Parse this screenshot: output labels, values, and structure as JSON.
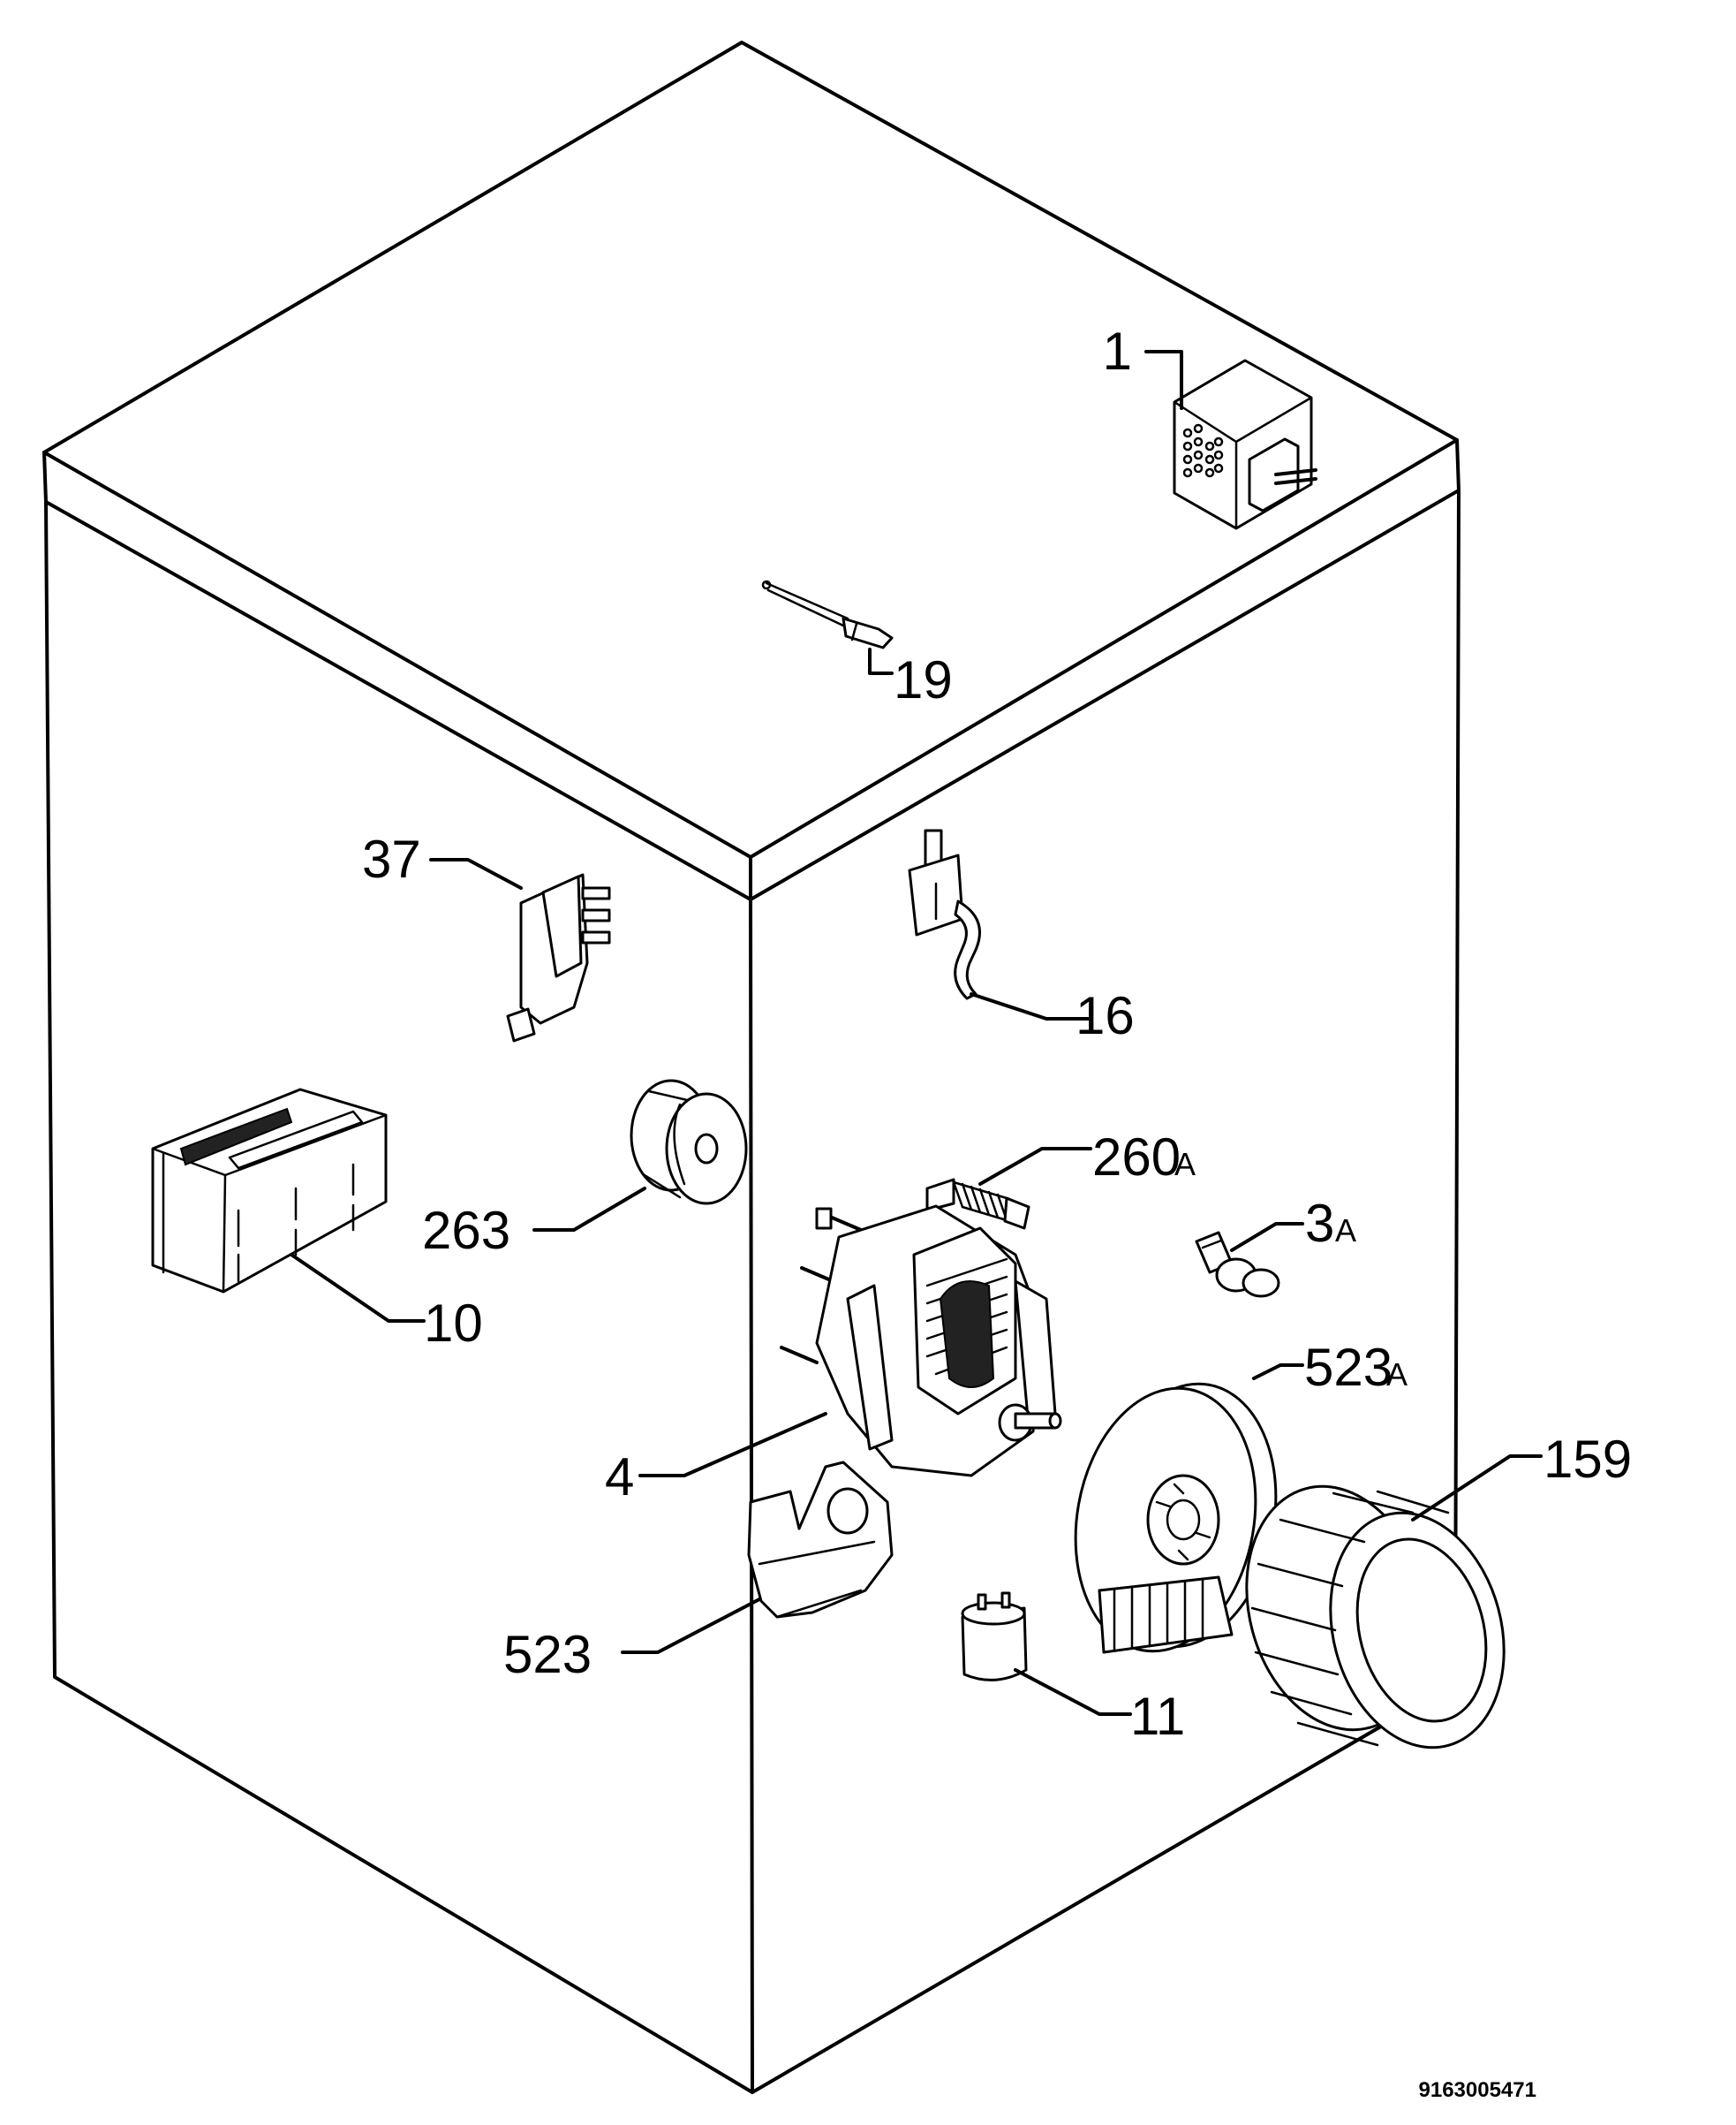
{
  "diagram": {
    "doc_number": "9163005471",
    "labels": {
      "l1": "1",
      "l19": "19",
      "l37": "37",
      "l16": "16",
      "l10": "10",
      "l263": "263",
      "l260a": "260",
      "l260a_suffix": "A",
      "l3a": "3",
      "l3a_suffix": "A",
      "l523a": "523",
      "l523a_suffix": "A",
      "l4": "4",
      "l159": "159",
      "l523": "523",
      "l11": "11"
    }
  }
}
